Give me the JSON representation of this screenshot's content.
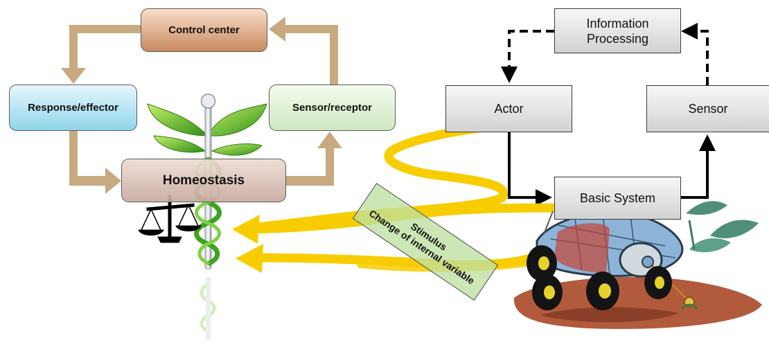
{
  "left_diagram": {
    "control_center": "Control center",
    "response_effector": "Response/effector",
    "sensor_receptor": "Sensor/receptor",
    "homeostasis": "Homeostasis"
  },
  "right_diagram": {
    "information_processing": [
      "Information",
      "Processing"
    ],
    "actor": "Actor",
    "sensor": "Sensor",
    "basic_system": "Basic System"
  },
  "stimulus": {
    "line1": "Stimulus",
    "line2": "Change of internal variable"
  },
  "colors": {
    "feedback_arrow": "#c8a980",
    "stimulus_arrow": "#f8cd00",
    "leaf_green": "#58b82a",
    "control_center": "#d8a07a",
    "response_effector": "#a8def0",
    "sensor_receptor": "#dcefd2",
    "homeostasis": "#d8c0b4",
    "process_box": "#e2e2e2"
  }
}
